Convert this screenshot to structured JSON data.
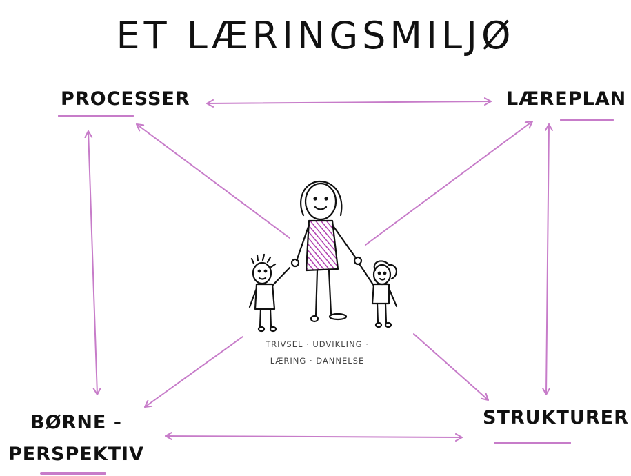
{
  "title": "ET LÆRINGSMILJØ",
  "nodes": {
    "processer": "PROCESSER",
    "laereplan": "LÆREPLAN",
    "strukturer": "STRUKTURER",
    "borneperspektiv_line1": "BØRNE -",
    "borneperspektiv_line2": "PERSPEKTIV"
  },
  "center": {
    "line1": "TRIVSEL · UDVIKLING ·",
    "line2": "LÆRING · DANNELSE"
  },
  "colors": {
    "accent": "#c77cc9",
    "ink": "#111111"
  }
}
